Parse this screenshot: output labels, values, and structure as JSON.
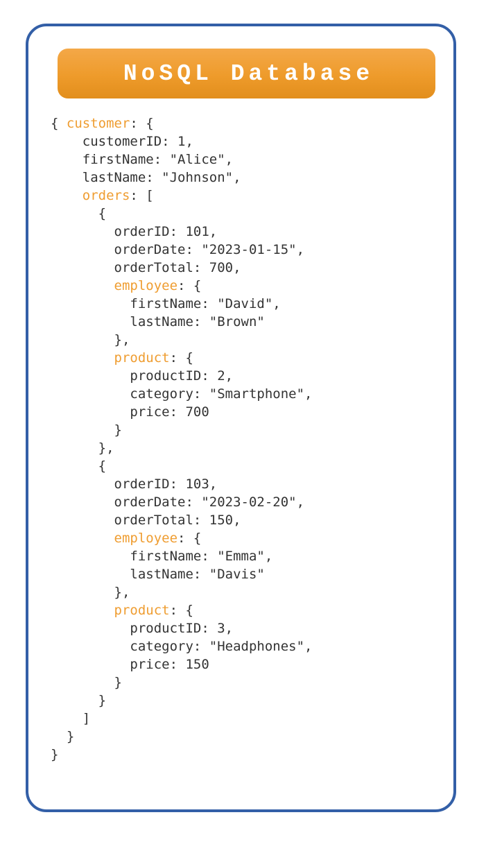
{
  "header": {
    "title": "NoSQL Database"
  },
  "colors": {
    "panel_border": "#335fa7",
    "header_top": "#f4a848",
    "header_mid": "#ee9b2b",
    "header_bottom": "#e28e1c",
    "header_text": "#ffffff",
    "key_color": "#ef9d31",
    "code_color": "#333333",
    "page_bg": "#ffffff"
  },
  "record": {
    "customer": {
      "customerID": 1,
      "firstName": "Alice",
      "lastName": "Johnson",
      "orders": [
        {
          "orderID": 101,
          "orderDate": "2023-01-15",
          "orderTotal": 700,
          "employee": {
            "firstName": "David",
            "lastName": "Brown"
          },
          "product": {
            "productID": 2,
            "category": "Smartphone",
            "price": 700
          }
        },
        {
          "orderID": 103,
          "orderDate": "2023-02-20",
          "orderTotal": 150,
          "employee": {
            "firstName": "Emma",
            "lastName": "Davis"
          },
          "product": {
            "productID": 3,
            "category": "Headphones",
            "price": 150
          }
        }
      ]
    }
  },
  "code": {
    "highlighted_keys": [
      "customer",
      "orders",
      "employee",
      "product"
    ],
    "lines": [
      [
        [
          "p",
          "{ "
        ],
        [
          "k",
          "customer"
        ],
        [
          "p",
          ": {"
        ]
      ],
      [
        [
          "p",
          "    customerID: 1,"
        ]
      ],
      [
        [
          "p",
          "    firstName: \"Alice\","
        ]
      ],
      [
        [
          "p",
          "    lastName: \"Johnson\","
        ]
      ],
      [
        [
          "p",
          "    "
        ],
        [
          "k",
          "orders"
        ],
        [
          "p",
          ": ["
        ]
      ],
      [
        [
          "p",
          "      {"
        ]
      ],
      [
        [
          "p",
          "        orderID: 101,"
        ]
      ],
      [
        [
          "p",
          "        orderDate: \"2023-01-15\","
        ]
      ],
      [
        [
          "p",
          "        orderTotal: 700,"
        ]
      ],
      [
        [
          "p",
          "        "
        ],
        [
          "k",
          "employee"
        ],
        [
          "p",
          ": {"
        ]
      ],
      [
        [
          "p",
          "          firstName: \"David\","
        ]
      ],
      [
        [
          "p",
          "          lastName: \"Brown\""
        ]
      ],
      [
        [
          "p",
          "        },"
        ]
      ],
      [
        [
          "p",
          "        "
        ],
        [
          "k",
          "product"
        ],
        [
          "p",
          ": {"
        ]
      ],
      [
        [
          "p",
          "          productID: 2,"
        ]
      ],
      [
        [
          "p",
          "          category: \"Smartphone\","
        ]
      ],
      [
        [
          "p",
          "          price: 700"
        ]
      ],
      [
        [
          "p",
          "        }"
        ]
      ],
      [
        [
          "p",
          "      },"
        ]
      ],
      [
        [
          "p",
          "      {"
        ]
      ],
      [
        [
          "p",
          "        orderID: 103,"
        ]
      ],
      [
        [
          "p",
          "        orderDate: \"2023-02-20\","
        ]
      ],
      [
        [
          "p",
          "        orderTotal: 150,"
        ]
      ],
      [
        [
          "p",
          "        "
        ],
        [
          "k",
          "employee"
        ],
        [
          "p",
          ": {"
        ]
      ],
      [
        [
          "p",
          "          firstName: \"Emma\","
        ]
      ],
      [
        [
          "p",
          "          lastName: \"Davis\""
        ]
      ],
      [
        [
          "p",
          "        },"
        ]
      ],
      [
        [
          "p",
          "        "
        ],
        [
          "k",
          "product"
        ],
        [
          "p",
          ": {"
        ]
      ],
      [
        [
          "p",
          "          productID: 3,"
        ]
      ],
      [
        [
          "p",
          "          category: \"Headphones\","
        ]
      ],
      [
        [
          "p",
          "          price: 150"
        ]
      ],
      [
        [
          "p",
          "        }"
        ]
      ],
      [
        [
          "p",
          "      }"
        ]
      ],
      [
        [
          "p",
          "    ]"
        ]
      ],
      [
        [
          "p",
          "  }"
        ]
      ],
      [
        [
          "p",
          "}"
        ]
      ]
    ]
  }
}
